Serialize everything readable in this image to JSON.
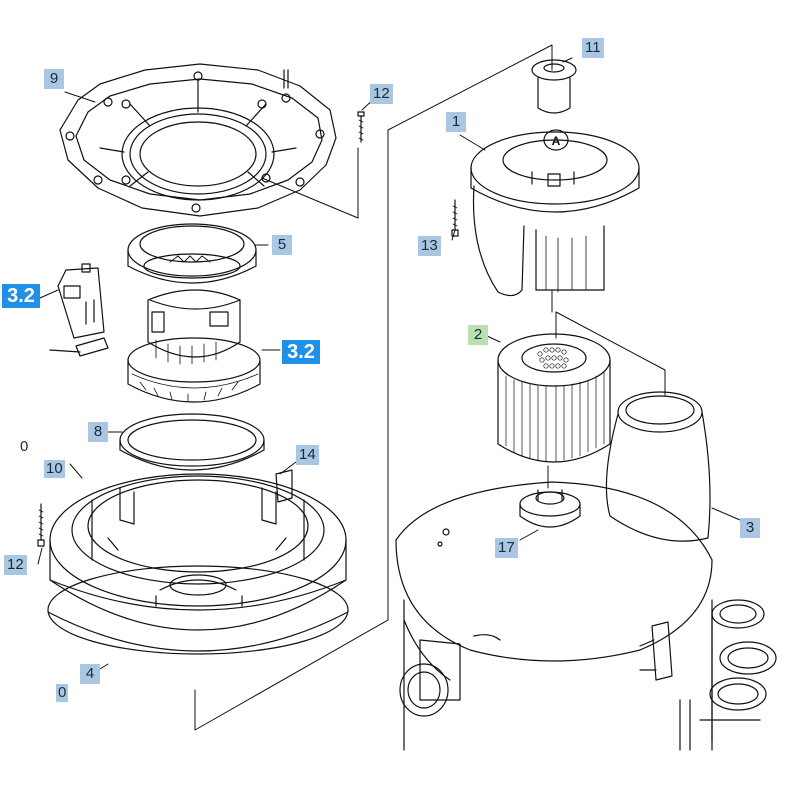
{
  "callouts": {
    "c1": "1",
    "c2": "2",
    "c3": "3",
    "c4": "4",
    "c5": "5",
    "c8": "8",
    "c9": "9",
    "c10": "10",
    "c11": "11",
    "c12a": "12",
    "c12b": "12",
    "c13": "13",
    "c14": "14",
    "c17": "17",
    "c32a": "3.2",
    "c32b": "3.2",
    "c0a": "0",
    "c0b": "0"
  },
  "parts": {
    "filter_cap_letter": "A"
  },
  "colors": {
    "callout_fill": "#a9c6e2",
    "callout_green": "#b9e0b0",
    "callout_highlight": "#1e90e8",
    "line": "#111111"
  }
}
